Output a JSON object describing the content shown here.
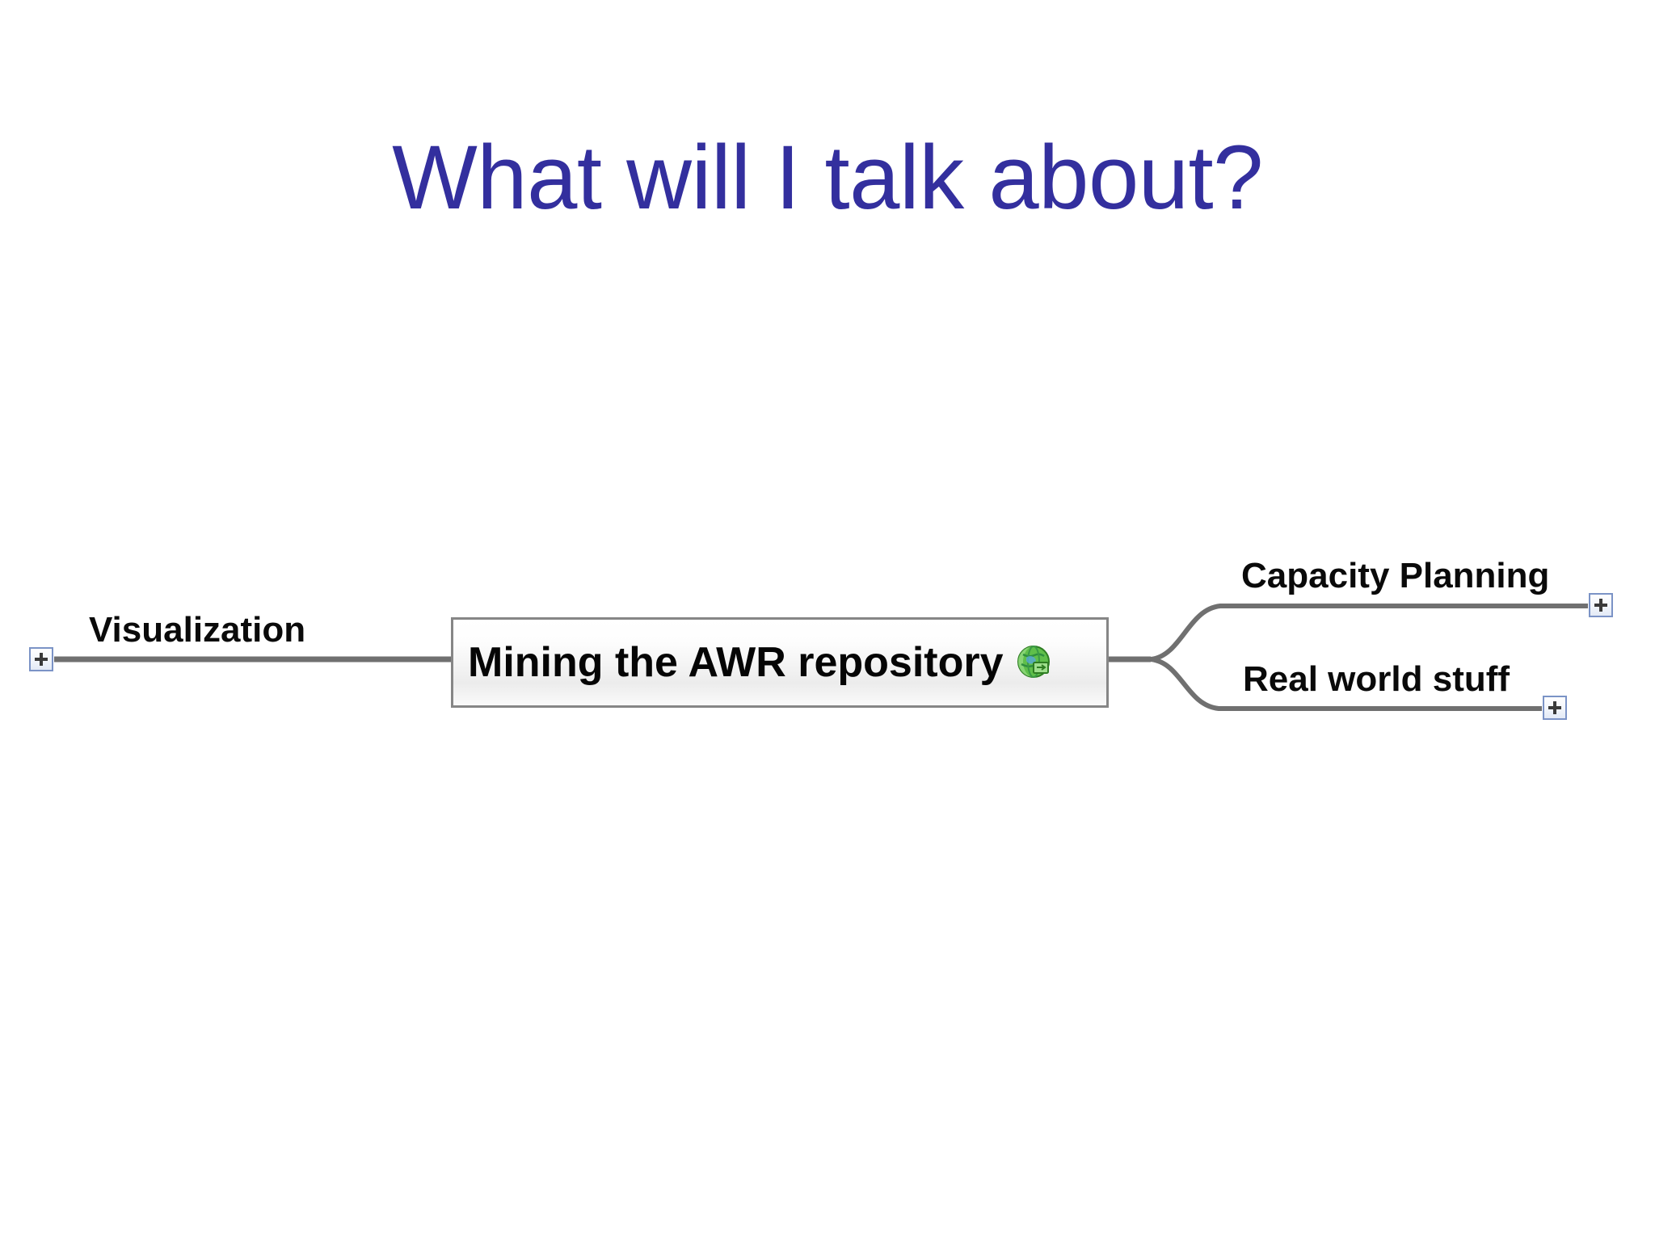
{
  "slide": {
    "title": "What will I talk about?",
    "title_color": "#332f9e",
    "background_color": "#ffffff"
  },
  "mindmap": {
    "central_node": {
      "label": "Mining the AWR repository",
      "icon": "globe-hyperlink-icon",
      "border_color": "#868686",
      "fill_color": "#f4f4f4",
      "text_color": "#050505"
    },
    "branches": [
      {
        "id": "visualization",
        "label": "Visualization",
        "side": "left",
        "collapsed": true,
        "toggle_glyph": "+"
      },
      {
        "id": "capacity-planning",
        "label": "Capacity Planning",
        "side": "right",
        "collapsed": true,
        "toggle_glyph": "+"
      },
      {
        "id": "real-world-stuff",
        "label": "Real world stuff",
        "side": "right",
        "collapsed": true,
        "toggle_glyph": "+"
      }
    ],
    "edge_color": "#707070",
    "toggle_border_color": "#7b93c6"
  }
}
